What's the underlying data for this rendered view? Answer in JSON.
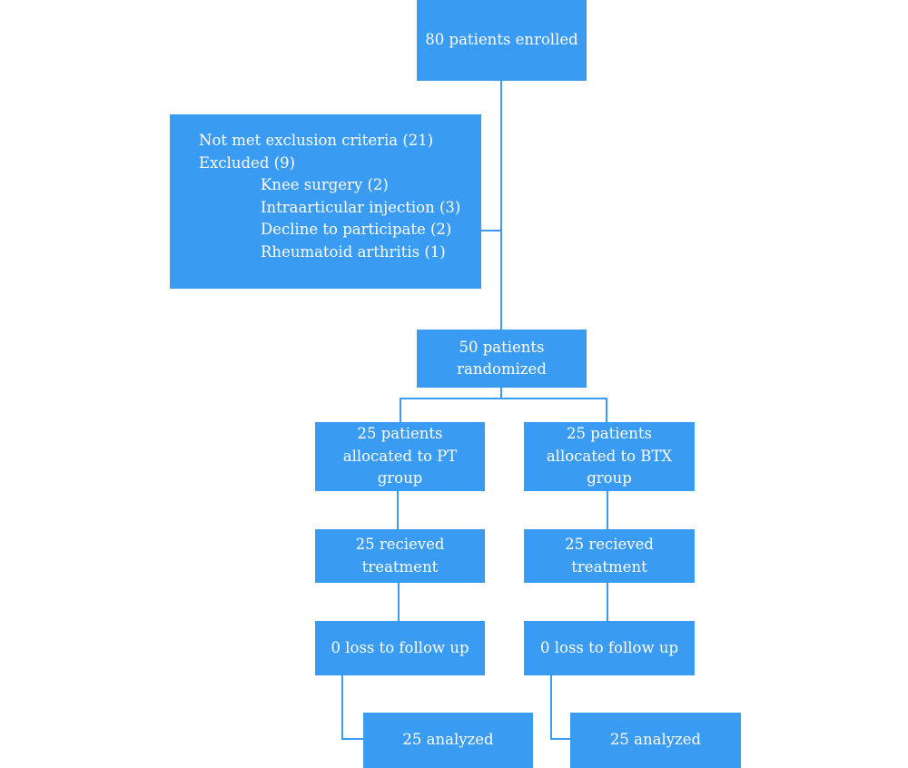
{
  "enrolled": "80 patients enrolled",
  "exclusion": {
    "not_met": "Not met exclusion criteria (21)",
    "excluded": "Excluded (9)",
    "reasons": [
      "Knee surgery (2)",
      "Intraarticular injection (3)",
      "Decline to participate (2)",
      "Rheumatoid arthritis (1)"
    ]
  },
  "randomized": [
    "50 patients",
    "randomized"
  ],
  "arms": [
    {
      "allocated": [
        "25 patients",
        "allocated to PT",
        "group"
      ],
      "received": [
        "25 recieved",
        "treatment"
      ],
      "loss": "0 loss to follow up",
      "analyzed": "25 analyzed"
    },
    {
      "allocated": [
        "25 patients",
        "allocated to BTX",
        "group"
      ],
      "received": [
        "25 recieved",
        "treatment"
      ],
      "loss": "0 loss to follow up",
      "analyzed": "25 analyzed"
    }
  ],
  "colors": {
    "box": "#3a9bf3",
    "text": "#ffffff",
    "background": "#ffffff"
  }
}
